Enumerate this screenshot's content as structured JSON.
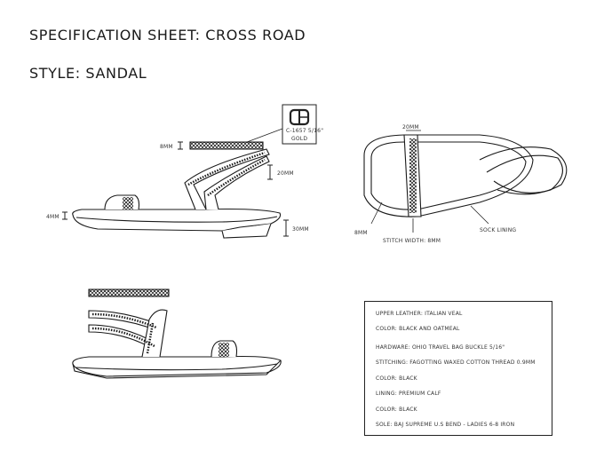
{
  "header": {
    "title": "SPECIFICATION SHEET: CROSS ROAD",
    "style": "STYLE: SANDAL"
  },
  "callouts": {
    "strap_top": "8MM",
    "strap_mid": "20MM",
    "sole_thickness": "4MM",
    "heel_height": "30MM",
    "buckle_code": "C-1657 5/16\"",
    "buckle_color": "GOLD",
    "top_strap_width": "20MM",
    "side_width": "8MM",
    "stitch_width": "STITCH WIDTH: 8MM",
    "sock_lining": "SOCK LINING"
  },
  "specs": [
    "UPPER LEATHER: ITALIAN VEAL",
    "COLOR: BLACK AND OATMEAL",
    "HARDWARE: OHIO TRAVEL BAG BUCKLE 5/16\"",
    "STITCHING: FAGOTTING WAXED COTTON THREAD 0.9MM",
    "COLOR: BLACK",
    "LINING: PREMIUM CALF",
    "COLOR: BLACK",
    "SOLE: BAJ SUPREME U.S BEND - LADIES 6-8 IRON"
  ]
}
